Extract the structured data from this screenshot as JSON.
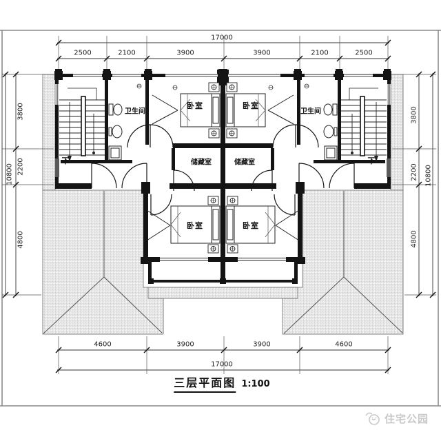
{
  "title": {
    "text": "三层平面图",
    "scale": "1:100"
  },
  "watermark": {
    "text": "住宅公园",
    "logo": "mascot-house-logo"
  },
  "rooms": {
    "bathroom_left": "卫生间",
    "bathroom_right": "卫生间",
    "bedroom_top_left": "卧室",
    "bedroom_top_right": "卧室",
    "bedroom_bottom_left": "卧室",
    "bedroom_bottom_right": "卧室",
    "storage_left": "储藏室",
    "storage_right": "储藏室",
    "stairs_down_left": "下",
    "stairs_down_right": "下"
  },
  "dimensions": {
    "top": {
      "total": "17000",
      "segments": [
        "2500",
        "2100",
        "3900",
        "3900",
        "2100",
        "2500"
      ]
    },
    "bottom": {
      "total": "17000",
      "segments": [
        "4600",
        "3900",
        "3900",
        "4600"
      ]
    },
    "left": {
      "total": "10800",
      "segments": [
        "3800",
        "2200",
        "4800"
      ]
    },
    "right": {
      "total": "10800",
      "segments": [
        "3800",
        "2200",
        "4800"
      ]
    }
  }
}
